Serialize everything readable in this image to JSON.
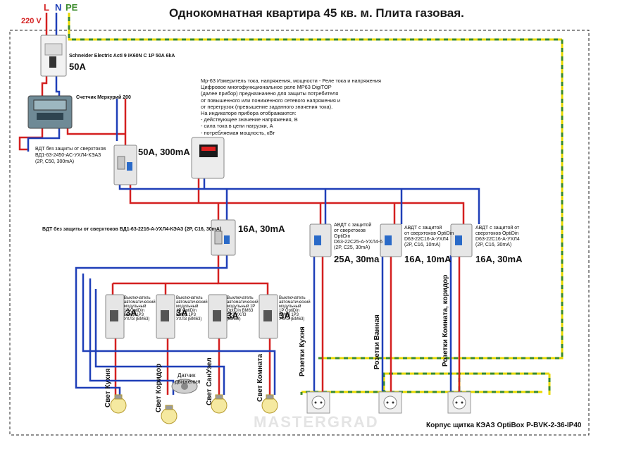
{
  "title": "Однокомнатная квартира 45 кв. м. Плита газовая.",
  "phases": {
    "L": "L",
    "N": "N",
    "PE": "PE",
    "voltage": "220 V"
  },
  "main_breaker": {
    "model": "Schneider Electric Acti 9 iK60N C 1P 50A 6kA",
    "rating": "50A"
  },
  "meter": {
    "label": "Счетчик Меркурий 200"
  },
  "rcd_main": {
    "desc_1": "ВДТ без защиты от сверхтоков",
    "desc_2": "ВД1-63-2450-АС-УХЛ4-КЭАЗ",
    "desc_3": "(2P, C50, 300mA)",
    "rating": "50A, 300mA"
  },
  "relay": {
    "lines": [
      "Мр-63 Измеритель тока, напряжения, мощности - Реле тока и напряжения",
      "Цифровое многофункциональное реле МР63 DigiTOP",
      "(далее прибор) предназначено  для защиты потребителя",
      "от повышенного или пониженного сетевого напряжения и",
      "от перегрузок (превышение заданного значения тока).",
      "На индикаторе прибора отображаются:",
      "- действующее значение напряжения, В",
      "- сила тока в цепи нагрузки, А",
      "- потребляемая мощность, кВт"
    ]
  },
  "rcd_light": {
    "desc": "ВДТ без защиты от сверхтоков ВД1-63-2216-А-УХЛ4-КЭАЗ (2P, C16, 30mA)",
    "rating": "16A, 30mA"
  },
  "light_breakers": [
    {
      "desc": "Выключатель автоматический модульный 1P OptiDin ВМ63 1Р3 УХЛ3 (ВМ63)",
      "rating": "3A",
      "load": "Свет Кухня"
    },
    {
      "desc": "Выключатель автоматический модульный 1P OptiDin ВМ63 1Р3 УХЛ3 (ВМ63)",
      "rating": "3A",
      "load": "Свет Коридор"
    },
    {
      "desc": "Выключатель автоматический модульный 1P OptiDin ВМ63 1Р3 УХЛ3 (ВМ63)",
      "rating": "3A",
      "load": "Свет СанУзел"
    },
    {
      "desc": "Выключатель автоматический модульный 1P OptiDin ВМ63 1Р3 УХЛ3 (ВМ63)",
      "rating": "3A",
      "load": "Свет Комната"
    }
  ],
  "motion_sensor": {
    "label_1": "Датчик",
    "label_2": "движения"
  },
  "socket_groups": [
    {
      "desc_1": "АВДТ с защитой",
      "desc_2": "от  сверхтоков",
      "desc_3": "OptiDin",
      "desc_4": "D63-22C25-А-УХЛ4-6",
      "desc_5": "(2P, C25, 30mA)",
      "rating": "25A, 30ma",
      "load": "Розетки Кухня"
    },
    {
      "desc_1": "АВДТ с защитой",
      "desc_2": "от сверхтоков OptiDin",
      "desc_3": "D63-22C16-А-УХЛ4",
      "desc_4": "(2P, C16, 10mA)",
      "desc_5": "",
      "rating": "16A, 10mA",
      "load": "Розетки Ванная"
    },
    {
      "desc_1": "АВДТ с защитой от",
      "desc_2": "сверхтоков OptiDin",
      "desc_3": "D63-22C16-А-УХЛ4",
      "desc_4": "(2P, C16, 30mA)",
      "desc_5": "",
      "rating": "16A, 30mA",
      "load": "Розетки Комната, коридор"
    }
  ],
  "enclosure": "Корпус щитка КЭАЗ OptiBox P-BVK-2-36-IP40",
  "watermark": "MASTERGRAD",
  "colors": {
    "phase": "#d42020",
    "neutral": "#1f3fb8",
    "pe_yellow": "#e8d800",
    "pe_green": "#3a8a2a",
    "device": "#d8d8d8"
  }
}
